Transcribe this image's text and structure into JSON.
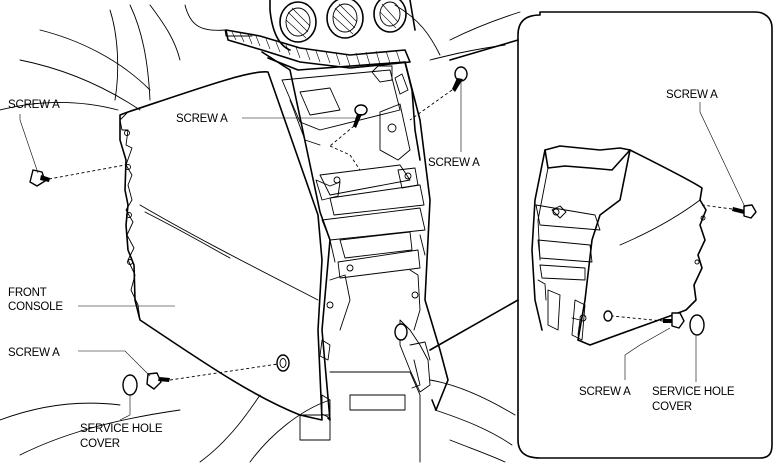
{
  "labels": {
    "screw_a_left": "SCREW A",
    "screw_a_center": "SCREW A",
    "screw_a_right": "SCREW A",
    "screw_a_inset_top": "SCREW A",
    "screw_a_bottom_left": "SCREW A",
    "screw_a_inset_bottom": "SCREW A",
    "front_console_line1": "FRONT",
    "front_console_line2": "CONSOLE",
    "service_hole_cover_left_line1": "SERVICE HOLE",
    "service_hole_cover_left_line2": "COVER",
    "service_hole_cover_right_line1": "SERVICE HOLE",
    "service_hole_cover_right_line2": "COVER"
  }
}
